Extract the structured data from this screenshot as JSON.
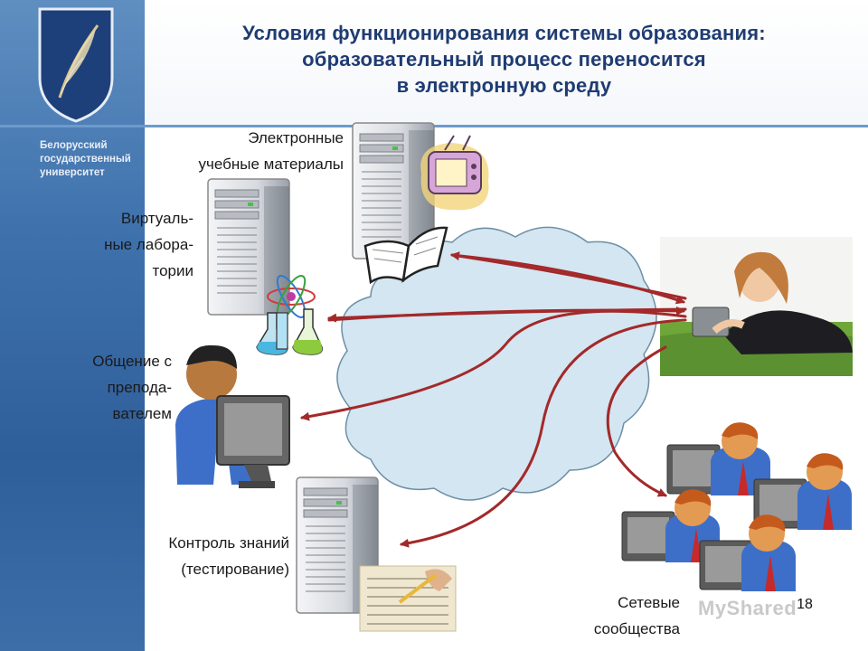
{
  "slide": {
    "title_lines": [
      "Условия функционирования системы образования:",
      "образовательный процесс переносится",
      "в электронную среду"
    ],
    "university_lines": [
      "Белорусский",
      "государственный",
      "университет"
    ],
    "labels": {
      "materials": [
        "Электронные",
        "учебные материалы"
      ],
      "labs": [
        "Виртуаль-",
        "ные лабора-",
        "тории"
      ],
      "teacher": [
        "Общение с",
        "препода-",
        "вателем"
      ],
      "control": [
        "Контроль знаний",
        "(тестирование)"
      ],
      "community": [
        "Сетевые",
        "сообщества"
      ]
    },
    "page_number": "18",
    "watermark": "MyShared"
  },
  "icons": [
    "university-crest-icon",
    "server-icon",
    "book-icon",
    "tv-icon",
    "atom-flask-icon",
    "teacher-computer-icon",
    "test-paper-icon",
    "student-photo",
    "network-community-icon"
  ],
  "colors": {
    "sidebar": "#3f72ad",
    "title": "#1f3c72",
    "cloud": "#cfe3ef",
    "arrow": "#a3292a",
    "divider": "#6c9bcc"
  }
}
